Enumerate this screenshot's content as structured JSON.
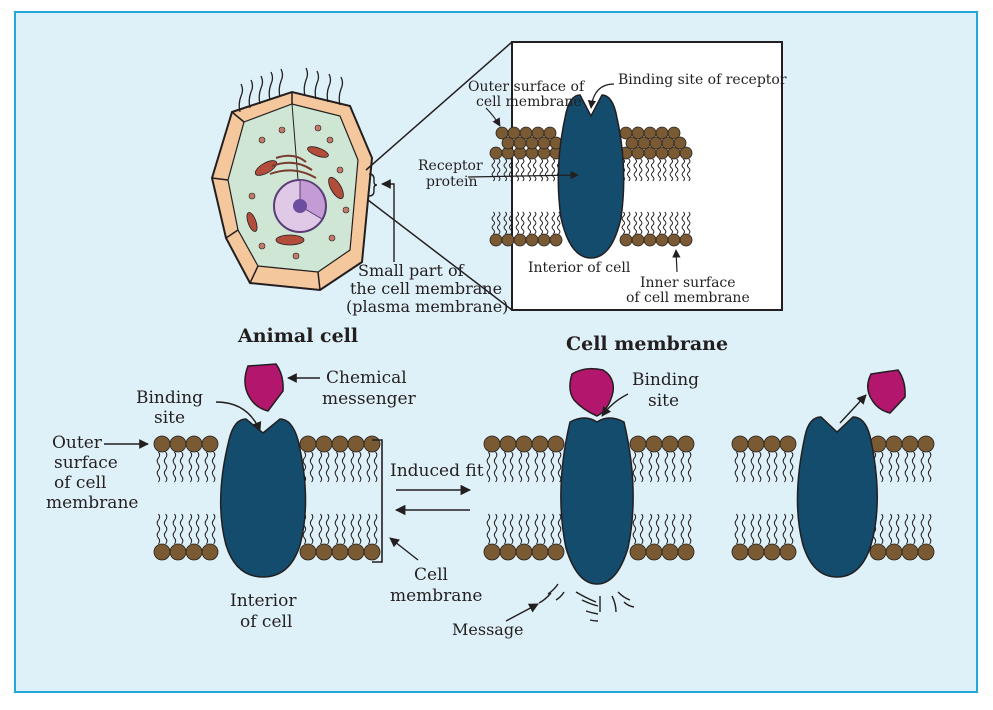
{
  "colors": {
    "frame": "#22a7d8",
    "background": "#dff1f8",
    "receptor": "#134c6c",
    "head": "#7a5a33",
    "messenger": "#b3166d"
  },
  "animal_cell": {
    "title": "Animal cell",
    "small_part_label": [
      "Small part of",
      "the cell membrane",
      "(plasma membrane)"
    ]
  },
  "zoom_box": {
    "outer_surface": [
      "Outer surface of",
      "cell membrane"
    ],
    "binding_site": "Binding site of receptor",
    "receptor_protein": [
      "Receptor",
      "protein"
    ],
    "interior": "Interior of cell",
    "inner_surface": [
      "Inner surface",
      "of cell membrane"
    ]
  },
  "cell_membrane_title": "Cell membrane",
  "bottom": {
    "binding_site_left": [
      "Binding",
      "site"
    ],
    "chemical_messenger": [
      "Chemical",
      "messenger"
    ],
    "outer_surface": [
      "Outer",
      "surface",
      "of cell",
      "membrane"
    ],
    "induced_fit": "Induced fit",
    "cell_membrane": [
      "Cell",
      "membrane"
    ],
    "interior": [
      "Interior",
      "of cell"
    ],
    "binding_site_mid": [
      "Binding",
      "site"
    ],
    "message": "Message"
  }
}
